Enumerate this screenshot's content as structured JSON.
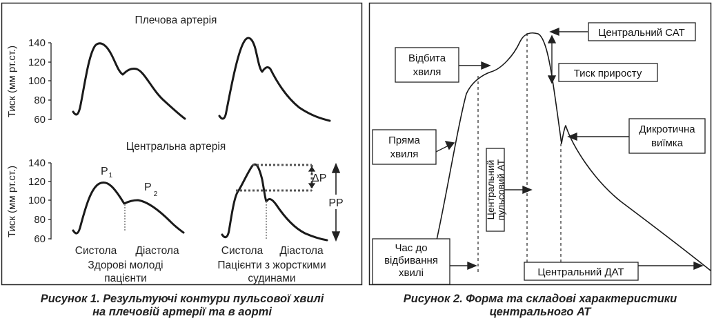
{
  "figure1": {
    "top_title": "Плечова артерія",
    "bottom_title": "Центральна артерія",
    "ylabel": "Тиск (мм рт.ст.)",
    "ticks": [
      "140",
      "120",
      "100",
      "80",
      "60"
    ],
    "p1": "P",
    "p1_sub": "1",
    "p2": "P",
    "p2_sub": "2",
    "delta_p": "ΔP",
    "pp": "PP",
    "systole": "Систола",
    "diastole": "Діастола",
    "group_left_line1": "Здорові молоді",
    "group_left_line2": "пацієнти",
    "group_right_line1": "Пацієнти з жорсткими",
    "group_right_line2": "судинами",
    "caption_line1": "Рисунок 1.  Результуючі контури пульсової хвилі",
    "caption_line2": "на плечовій артерії та в аорті"
  },
  "figure2": {
    "central_sat": "Центральний САТ",
    "reflected_wave_line1": "Відбита",
    "reflected_wave_line2": "хвиля",
    "augmentation_pressure": "Тиск приросту",
    "direct_wave_line1": "Пряма",
    "direct_wave_line2": "хвиля",
    "dicrotic_notch_line1": "Дикротична",
    "dicrotic_notch_line2": "виїмка",
    "central_pulse_line1": "Центральний",
    "central_pulse_line2": "пульсовий АТ",
    "reflection_time_line1": "Час до",
    "reflection_time_line2": "відбивання",
    "reflection_time_line3": "хвилі",
    "central_dat": "Центральний ДАТ",
    "caption_line1": "Рисунок 2.  Форма та складові характеристики",
    "caption_line2": "центрального АТ"
  }
}
